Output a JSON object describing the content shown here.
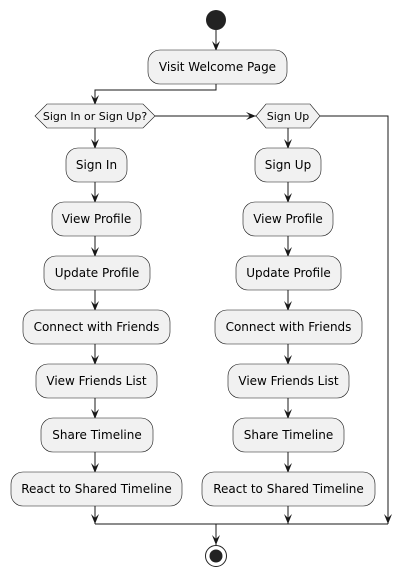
{
  "diagram": {
    "activities": {
      "visit_welcome": "Visit Welcome Page",
      "left": {
        "sign_in": "Sign In",
        "view_profile": "View Profile",
        "update_profile": "Update Profile",
        "connect_friends": "Connect with Friends",
        "view_friends": "View Friends List",
        "share_timeline": "Share Timeline",
        "react_timeline": "React to Shared Timeline"
      },
      "right": {
        "sign_up": "Sign Up",
        "view_profile": "View Profile",
        "update_profile": "Update Profile",
        "connect_friends": "Connect with Friends",
        "view_friends": "View Friends List",
        "share_timeline": "Share Timeline",
        "react_timeline": "React to Shared Timeline"
      }
    },
    "decisions": {
      "first": "Sign In or Sign Up?",
      "second": "Sign Up"
    }
  }
}
